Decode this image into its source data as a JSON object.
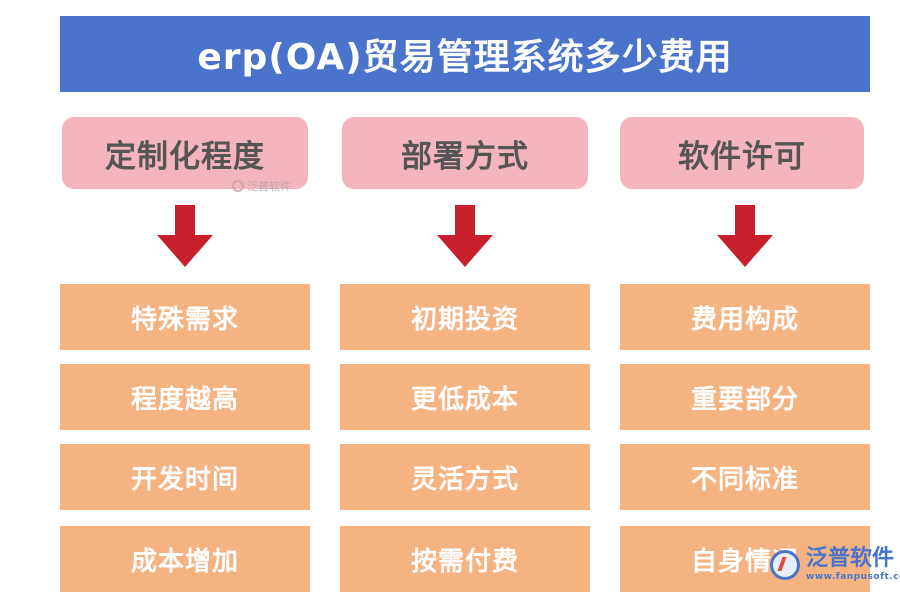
{
  "title": "erp(OA)贸易管理系统多少费用",
  "columns": [
    {
      "category": "定制化程度",
      "items": [
        "特殊需求",
        "程度越高",
        "开发时间",
        "成本增加"
      ]
    },
    {
      "category": "部署方式",
      "items": [
        "初期投资",
        "更低成本",
        "灵活方式",
        "按需付费"
      ]
    },
    {
      "category": "软件许可",
      "items": [
        "费用构成",
        "重要部分",
        "不同标准",
        "自身情况"
      ]
    }
  ],
  "watermark_small": {
    "text": "泛普软件"
  },
  "watermark_big": {
    "name": "泛普软件",
    "url": "www.fanpusoft.com"
  },
  "colors": {
    "banner": "#4a73cc",
    "category": "#f4b5be",
    "item": "#f5b382",
    "arrow": "#c8202c"
  }
}
